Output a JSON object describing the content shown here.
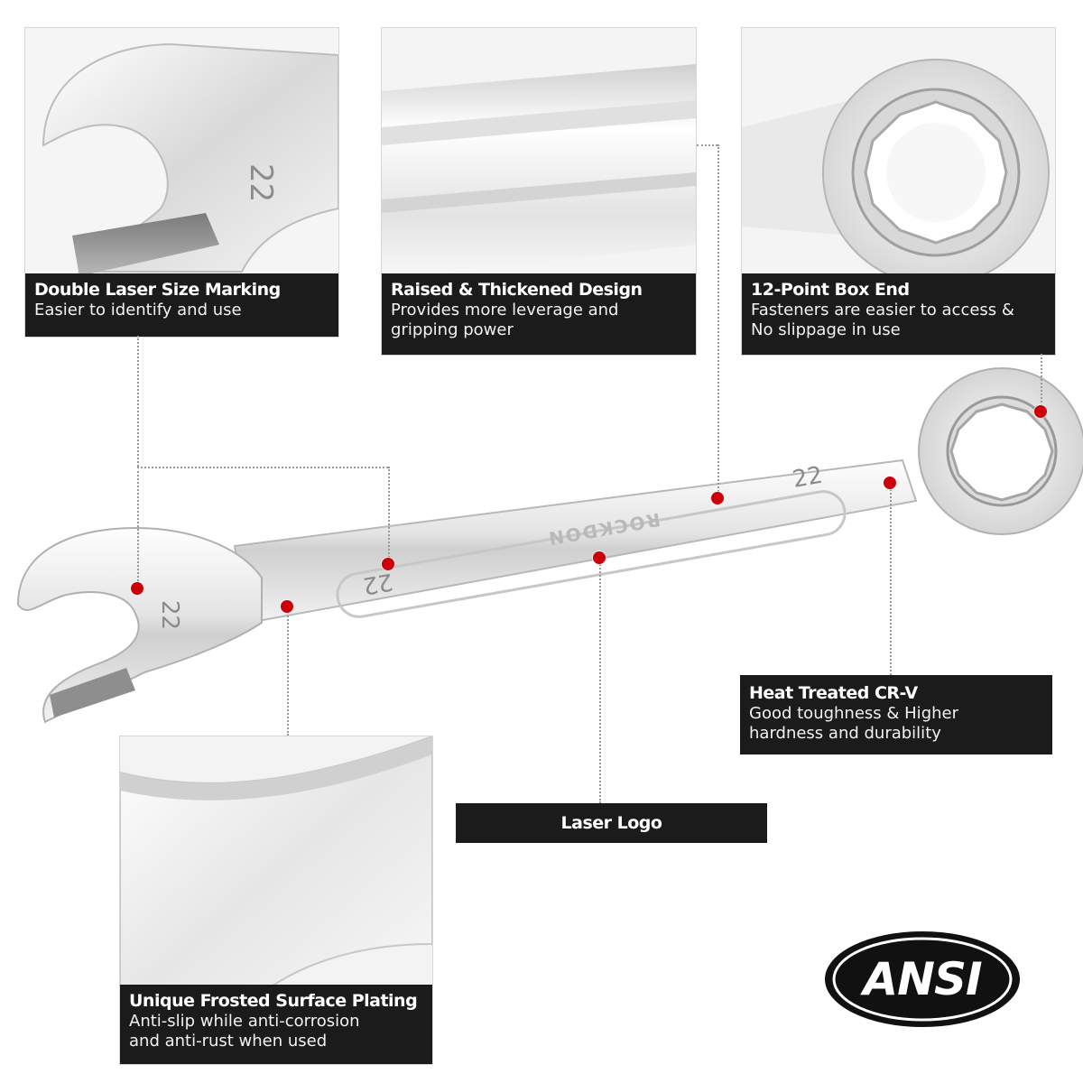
{
  "features": {
    "laser_marking": {
      "title": "Double Laser Size Marking",
      "desc": "Easier to identify and use"
    },
    "thickened": {
      "title": "Raised & Thickened Design",
      "desc": "Provides more leverage and\ngripping power"
    },
    "box_end": {
      "title": "12-Point Box End",
      "desc": "Fasteners are easier to access &\nNo slippage in use"
    },
    "heat_treated": {
      "title": "Heat Treated CR-V",
      "desc": "Good toughness & Higher\nhardness and durability"
    },
    "laser_logo": {
      "title": "Laser Logo"
    },
    "frosted": {
      "title": "Unique Frosted Surface Plating",
      "desc": "Anti-slip while anti-corrosion\nand anti-rust when used"
    }
  },
  "wrench": {
    "size_marking": "22",
    "brand_text": "ROCKDON"
  },
  "badge": {
    "text": "ANSI"
  },
  "colors": {
    "callout_dot": "#cc0008",
    "label_bg": "#1b1b1b",
    "label_text": "#ffffff"
  }
}
